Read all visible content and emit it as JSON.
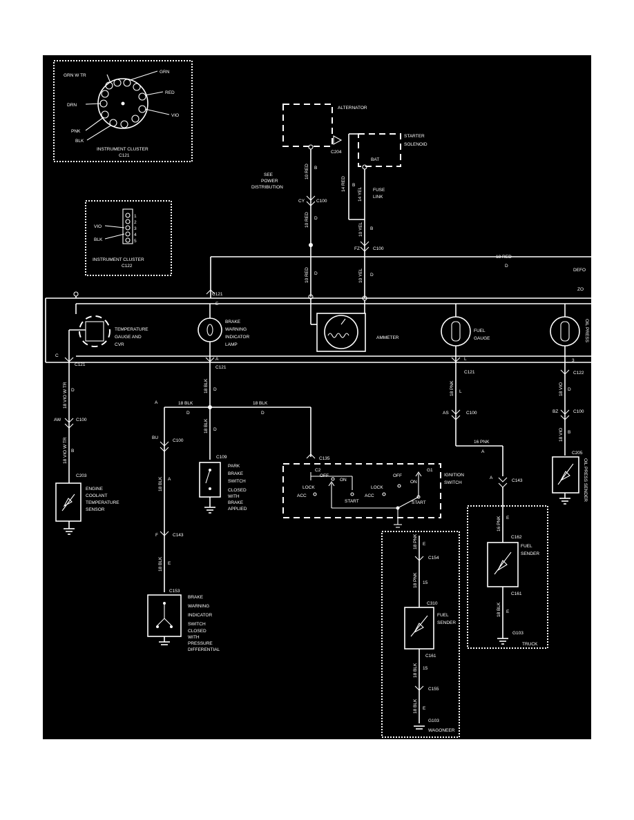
{
  "cluster_c121": {
    "pins_left": [
      "GRN W TR",
      "DRN",
      "PNK",
      "BLK"
    ],
    "pins_right": [
      "GRN",
      "RED",
      "VIO"
    ],
    "title": "INSTRUMENT CLUSTER",
    "conn": "C121"
  },
  "cluster_c122": {
    "pin_labels": [
      "VIO",
      "BLK"
    ],
    "pin_numbers": [
      "1",
      "2",
      "3",
      "4",
      "5"
    ],
    "title": "INSTRUMENT CLUSTER",
    "conn": "C122"
  },
  "alternator": {
    "name": "ALTERNATOR",
    "conn": "C204"
  },
  "starter": {
    "name_line1": "STARTER",
    "name_line2": "SOLENOID",
    "term": "BAT"
  },
  "power_note": [
    "SEE",
    "POWER",
    "DISTRIBUTION"
  ],
  "fuse_link": [
    "FUSE",
    "LINK"
  ],
  "wires": {
    "w10red": "10 RED",
    "w14red": "14 RED",
    "w14yel": "14 YEL",
    "w10yel": "10 YEL",
    "w18red": "18 RED",
    "w18vio_wtr": "18 VIO W TR",
    "w18blk": "18 BLK",
    "w18pnk": "18 PNK",
    "w18vio": "18 VIO",
    "w16pnk": "16 PNK"
  },
  "circuits": {
    "d": "D",
    "b": "B",
    "e": "E",
    "a": "A",
    "l": "L",
    "c": "C",
    "num15": "15",
    "num3": "3"
  },
  "connectors": {
    "c100": "C100",
    "c121": "C121",
    "c122": "C122",
    "c203": "C203",
    "c109": "C109",
    "c135": "C135",
    "c143": "C143",
    "c153": "C153",
    "c154": "C154",
    "c155": "C155",
    "c161": "C161",
    "c162": "C162",
    "c310": "C310",
    "c205": "C205",
    "c2": "C2",
    "g1": "G1"
  },
  "splice_ids": {
    "cy": "CY",
    "fz": "FZ",
    "aw": "AW",
    "bu": "BU",
    "as": "AS",
    "bz": "BZ",
    "f": "F"
  },
  "grounds": {
    "g103": "G103"
  },
  "components": {
    "temp_gauge": [
      "TEMPERATURE",
      "GAUGE AND",
      "CVR"
    ],
    "brake_lamp": [
      "BRAKE",
      "WARNING",
      "INDICATOR",
      "LAMP"
    ],
    "ammeter": "AMMETER",
    "fuel_gauge": [
      "FUEL",
      "GAUGE"
    ],
    "right_gauge": "OIL PRESS",
    "engine_sensor": [
      "ENGINE",
      "COOLANT",
      "TEMPERATURE",
      "SENSOR"
    ],
    "park_brake": [
      "PARK",
      "BRAKE",
      "SWITCH",
      "CLOSED",
      "WITH",
      "BRAKE",
      "APPLIED"
    ],
    "ignition": [
      "IGNITION",
      "SWITCH"
    ],
    "ign_positions": [
      "OFF",
      "ON",
      "LOCK",
      "ACC",
      "START"
    ],
    "brake_switch": [
      "BRAKE",
      "WARNING",
      "INDICATOR",
      "SWITCH",
      "CLOSED",
      "WITH",
      "PRESSURE",
      "DIFFERENTIAL"
    ],
    "fuel_sender": [
      "FUEL",
      "SENDER"
    ],
    "right_sender": "OIL PRESS SENDER"
  },
  "variants": {
    "truck": "TRUCK",
    "wagoneer": "WAGONEER"
  },
  "edge_labels": {
    "defo": "DEFO",
    "zo": "ZO"
  }
}
